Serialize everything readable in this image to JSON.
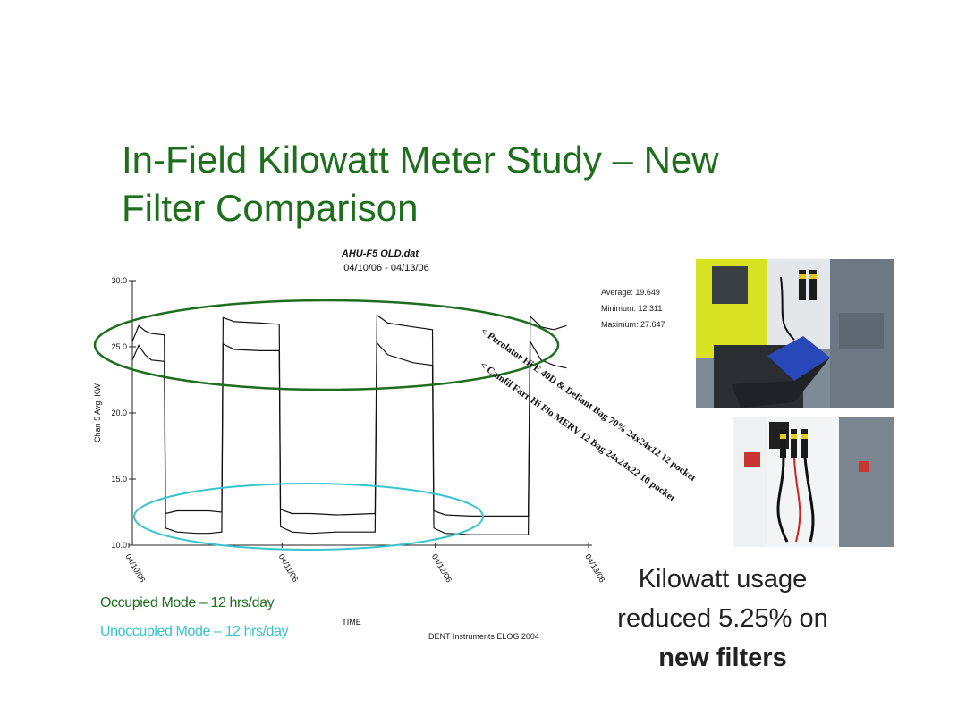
{
  "slide": {
    "title_line1": "In-Field Kilowatt Meter Study – New",
    "title_line2": "Filter Comparison"
  },
  "chart_data": {
    "type": "line",
    "title": "AHU-F5 OLD.dat",
    "subtitle": "04/10/06 - 04/13/06",
    "xlabel": "TIME",
    "ylabel": "Chan 5 Avg. KW",
    "ylim": [
      10.0,
      30.0
    ],
    "yticks": [
      "30.0",
      "25.0",
      "20.0",
      "15.0",
      "10.0"
    ],
    "xticks": [
      "04/10/06",
      "04/11/06",
      "04/12/06",
      "04/13/06"
    ],
    "xlim_hours": [
      0,
      72
    ],
    "grid": false,
    "series": [
      {
        "name": "Purolator Hi E 40D & Defiant Bag 70% 24x24x12 12 pocket",
        "points": [
          [
            0,
            25.4
          ],
          [
            1,
            26.6
          ],
          [
            2,
            26.2
          ],
          [
            3,
            26.0
          ],
          [
            5,
            25.9
          ],
          [
            5.2,
            12.4
          ],
          [
            7,
            12.6
          ],
          [
            10,
            12.6
          ],
          [
            12,
            12.6
          ],
          [
            14,
            12.5
          ],
          [
            14.2,
            27.2
          ],
          [
            16,
            26.9
          ],
          [
            20,
            26.8
          ],
          [
            23,
            26.7
          ],
          [
            23.2,
            12.7
          ],
          [
            25,
            12.4
          ],
          [
            28,
            12.4
          ],
          [
            32,
            12.3
          ],
          [
            38,
            12.4
          ],
          [
            38.3,
            27.4
          ],
          [
            40,
            26.8
          ],
          [
            44,
            26.5
          ],
          [
            47,
            26.3
          ],
          [
            47.2,
            12.6
          ],
          [
            49,
            12.3
          ],
          [
            53,
            12.2
          ],
          [
            62,
            12.2
          ],
          [
            62.3,
            27.3
          ],
          [
            64,
            26.5
          ],
          [
            66,
            26.3
          ],
          [
            68,
            26.6
          ]
        ]
      },
      {
        "name": "Camfil Farr Hi Flo MERV 12 Bag 24x24x22 10 pocket",
        "points": [
          [
            0,
            24.0
          ],
          [
            1,
            25.1
          ],
          [
            2,
            24.4
          ],
          [
            3,
            24.0
          ],
          [
            5,
            23.9
          ],
          [
            5.2,
            11.3
          ],
          [
            7,
            11.0
          ],
          [
            10,
            10.9
          ],
          [
            12,
            10.9
          ],
          [
            14,
            11.0
          ],
          [
            14.2,
            25.2
          ],
          [
            16,
            24.8
          ],
          [
            20,
            24.7
          ],
          [
            23,
            24.7
          ],
          [
            23.2,
            11.4
          ],
          [
            25,
            11.0
          ],
          [
            28,
            10.9
          ],
          [
            32,
            11.0
          ],
          [
            38,
            11.0
          ],
          [
            38.3,
            25.3
          ],
          [
            40,
            24.4
          ],
          [
            44,
            23.8
          ],
          [
            47,
            23.6
          ],
          [
            47.2,
            11.3
          ],
          [
            49,
            10.9
          ],
          [
            53,
            10.8
          ],
          [
            62,
            10.8
          ],
          [
            62.3,
            25.4
          ],
          [
            64,
            24.0
          ],
          [
            66,
            23.6
          ],
          [
            68,
            23.4
          ]
        ]
      }
    ],
    "annotations": {
      "label_top": "< Purolator Hi E 40D & Defiant Bag 70% 24x24x12 12 pocket",
      "label_bottom": "< Camfil Farr Hi Flo MERV 12 Bag 24x24x22 10 pocket"
    },
    "stats": {
      "average": "Average: 19.649",
      "minimum": "Minimum: 12.311",
      "maximum": "Maximum: 27.647"
    },
    "footer": "DENT Instruments ELOG 2004",
    "highlight_colors": {
      "occupied": "#1e6e1e",
      "unoccupied": "#37c4cc"
    }
  },
  "legend": {
    "occupied": "Occupied Mode – 12 hrs/day",
    "unoccupied": "Unoccupied Mode – 12 hrs/day"
  },
  "caption": {
    "line1": "Kilowatt usage",
    "line2": "reduced 5.25% on",
    "line3_bold": "new filters"
  },
  "photos": [
    {
      "icon": "electrical-panel-with-laptop-photo"
    },
    {
      "icon": "electrical-panel-with-meter-probes-photo"
    }
  ]
}
